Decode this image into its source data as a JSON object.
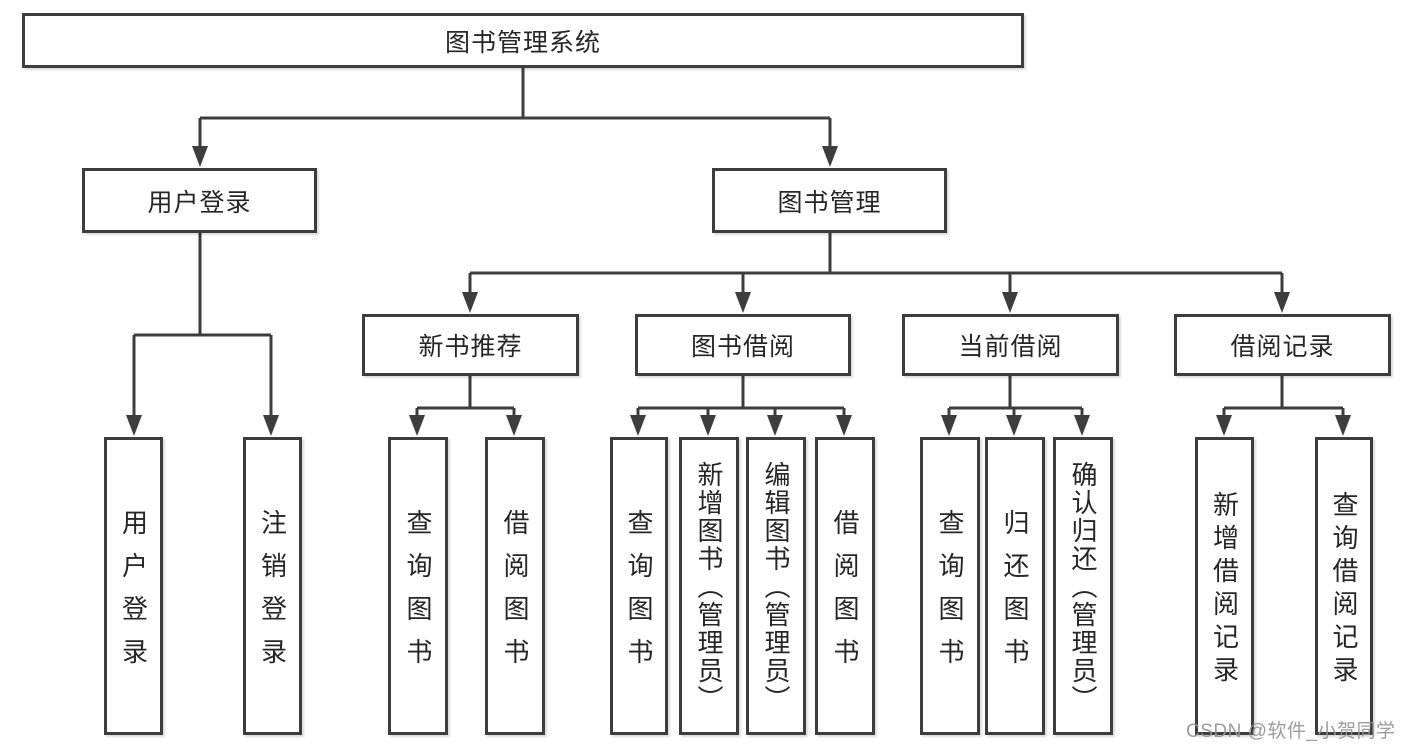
{
  "nodes": {
    "root": {
      "label": "图书管理系统"
    },
    "user_login": {
      "label": "用户登录"
    },
    "book_mgmt": {
      "label": "图书管理"
    },
    "new_book_rec": {
      "label": "新书推荐"
    },
    "book_borrow": {
      "label": "图书借阅"
    },
    "current_borrow": {
      "label": "当前借阅"
    },
    "borrow_records": {
      "label": "借阅记录"
    },
    "leaf_user_login": {
      "label": "用户登录"
    },
    "leaf_logout": {
      "label": "注销登录"
    },
    "leaf_rec_query_books": {
      "label": "查询图书"
    },
    "leaf_rec_borrow_books": {
      "label": "借阅图书"
    },
    "leaf_bb_query_books": {
      "label": "查询图书"
    },
    "leaf_bb_add_books": {
      "label": "新增图书（管理员）"
    },
    "leaf_bb_edit_books": {
      "label": "编辑图书（管理员）"
    },
    "leaf_bb_borrow_books": {
      "label": "借阅图书"
    },
    "leaf_cur_query_books": {
      "label": "查询图书"
    },
    "leaf_cur_return_books": {
      "label": "归还图书"
    },
    "leaf_cur_confirm_return": {
      "label": "确认归还（管理员）"
    },
    "leaf_records_add": {
      "label": "新增借阅记录"
    },
    "leaf_records_query": {
      "label": "查询借阅记录"
    }
  },
  "watermark": "CSDN @软件_小贺同学",
  "colors": {
    "line": "#3d3d3d",
    "box_background": "#ffffff",
    "text": "#262626",
    "watermark": "#949494"
  }
}
